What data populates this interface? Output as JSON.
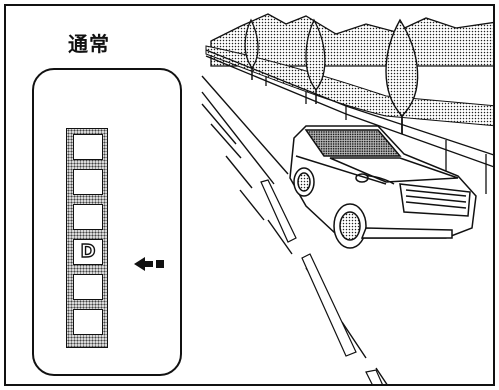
{
  "mode": {
    "title": "通常"
  },
  "indicator": {
    "slots": [
      "",
      "",
      "",
      "D",
      "",
      ""
    ],
    "active_index": 3,
    "active_label": "D"
  },
  "colors": {
    "ink": "#111111",
    "paper": "#ffffff",
    "stipple": "#d8d8d8"
  },
  "icons": [
    "arrow-left-icon",
    "car-icon",
    "tree-icon",
    "mountain-icon",
    "guardrail-icon"
  ]
}
